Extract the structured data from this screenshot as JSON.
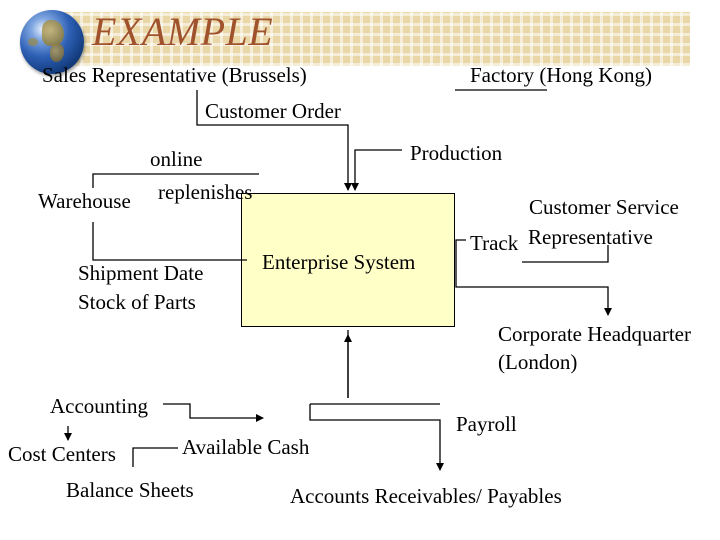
{
  "header": {
    "title": "EXAMPLE",
    "logo_icon": "globe-icon"
  },
  "nodes": {
    "sales_rep": "Sales Representative (Brussels)",
    "factory": "Factory (Hong Kong)",
    "customer_order": "Customer Order",
    "production": "Production",
    "online": "online",
    "warehouse": "Warehouse",
    "replenishes": "replenishes",
    "customer_service": "Customer Service",
    "track": "Track",
    "representative": "Representative",
    "shipment_date": "Shipment Date",
    "stock_of_parts": "Stock of Parts",
    "enterprise_system": "Enterprise System",
    "corporate_hq": "Corporate Headquarter",
    "london": "(London)",
    "accounting": "Accounting",
    "payroll": "Payroll",
    "cost_centers": "Cost Centers",
    "available_cash": "Available Cash",
    "balance_sheets": "Balance Sheets",
    "accounts": "Accounts Receivables/ Payables"
  },
  "colors": {
    "title": "#a0522d",
    "enterprise_box": "#ffffc8",
    "header_band": "#e9d7a8"
  }
}
